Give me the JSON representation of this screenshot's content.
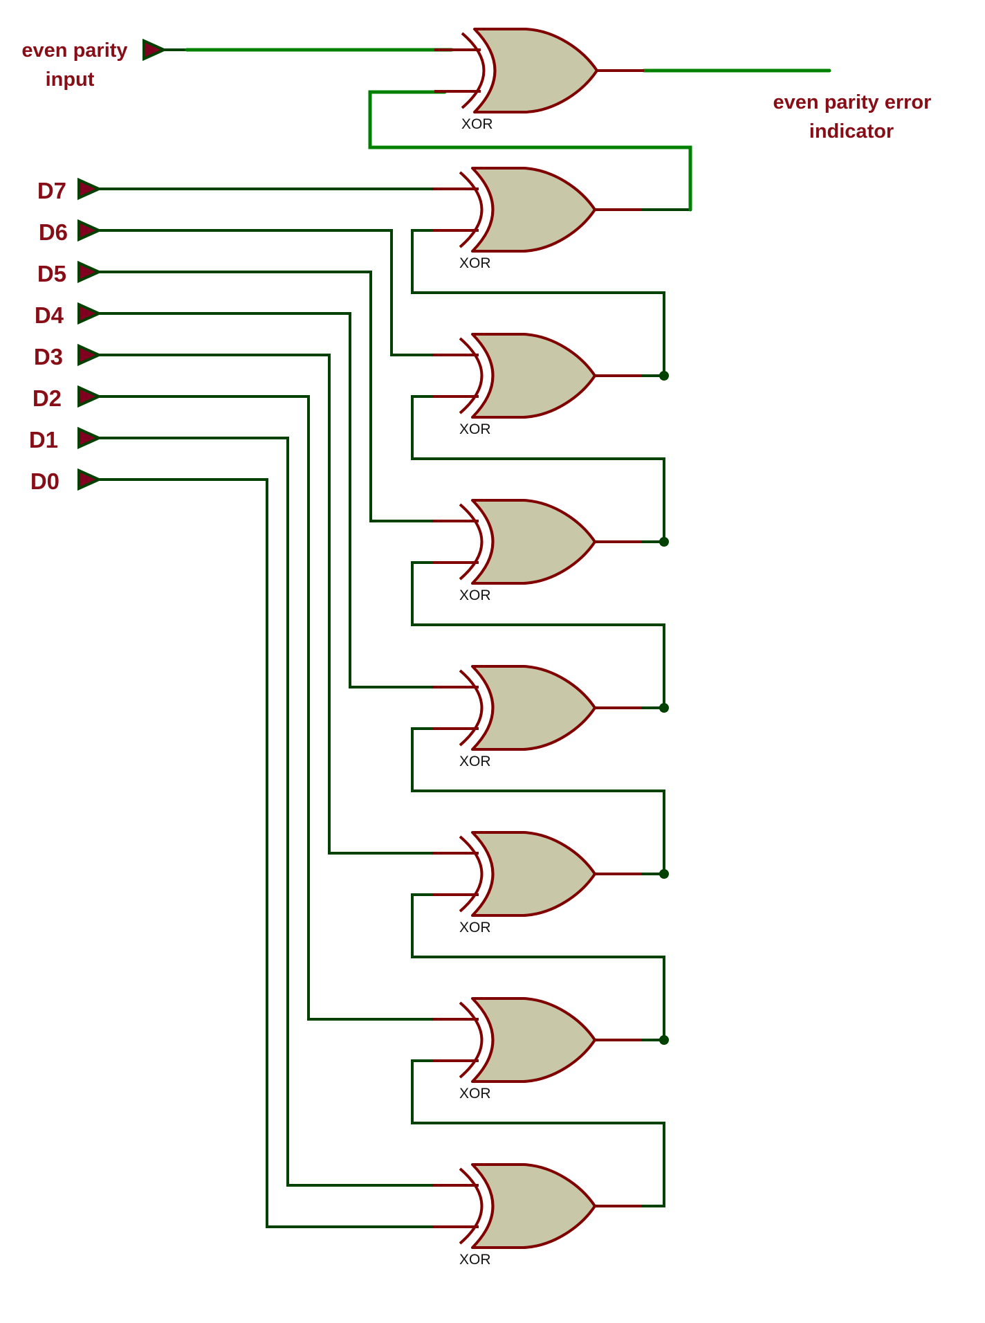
{
  "diagram": {
    "title": "8-bit even parity checker using XOR gates",
    "colors": {
      "wire": "#004000",
      "active_wire": "#008000",
      "pin": "#800000",
      "gate_fill": "#c8c8a9",
      "label": "#870d16",
      "terminal_fill": "#800020"
    },
    "inputs": {
      "parity": {
        "line1": "even parity",
        "line2": "input"
      },
      "data_bits": [
        "D7",
        "D6",
        "D5",
        "D4",
        "D3",
        "D2",
        "D1",
        "D0"
      ]
    },
    "output": {
      "line1": "even parity error",
      "line2": "indicator"
    },
    "gate_type_label": "XOR",
    "gate_count": 8,
    "connections": [
      {
        "gate": "G0",
        "inputs": [
          "even parity input",
          "G1"
        ],
        "output": "even parity error indicator"
      },
      {
        "gate": "G1",
        "inputs": [
          "D7",
          "G2"
        ],
        "output": "G0"
      },
      {
        "gate": "G2",
        "inputs": [
          "D6",
          "G3"
        ],
        "output": "G1"
      },
      {
        "gate": "G3",
        "inputs": [
          "D5",
          "G4"
        ],
        "output": "G2"
      },
      {
        "gate": "G4",
        "inputs": [
          "D4",
          "G5"
        ],
        "output": "G3"
      },
      {
        "gate": "G5",
        "inputs": [
          "D3",
          "G6"
        ],
        "output": "G4"
      },
      {
        "gate": "G6",
        "inputs": [
          "D2",
          "G7"
        ],
        "output": "G5"
      },
      {
        "gate": "G7",
        "inputs": [
          "D1",
          "D0"
        ],
        "output": "G6"
      }
    ]
  }
}
